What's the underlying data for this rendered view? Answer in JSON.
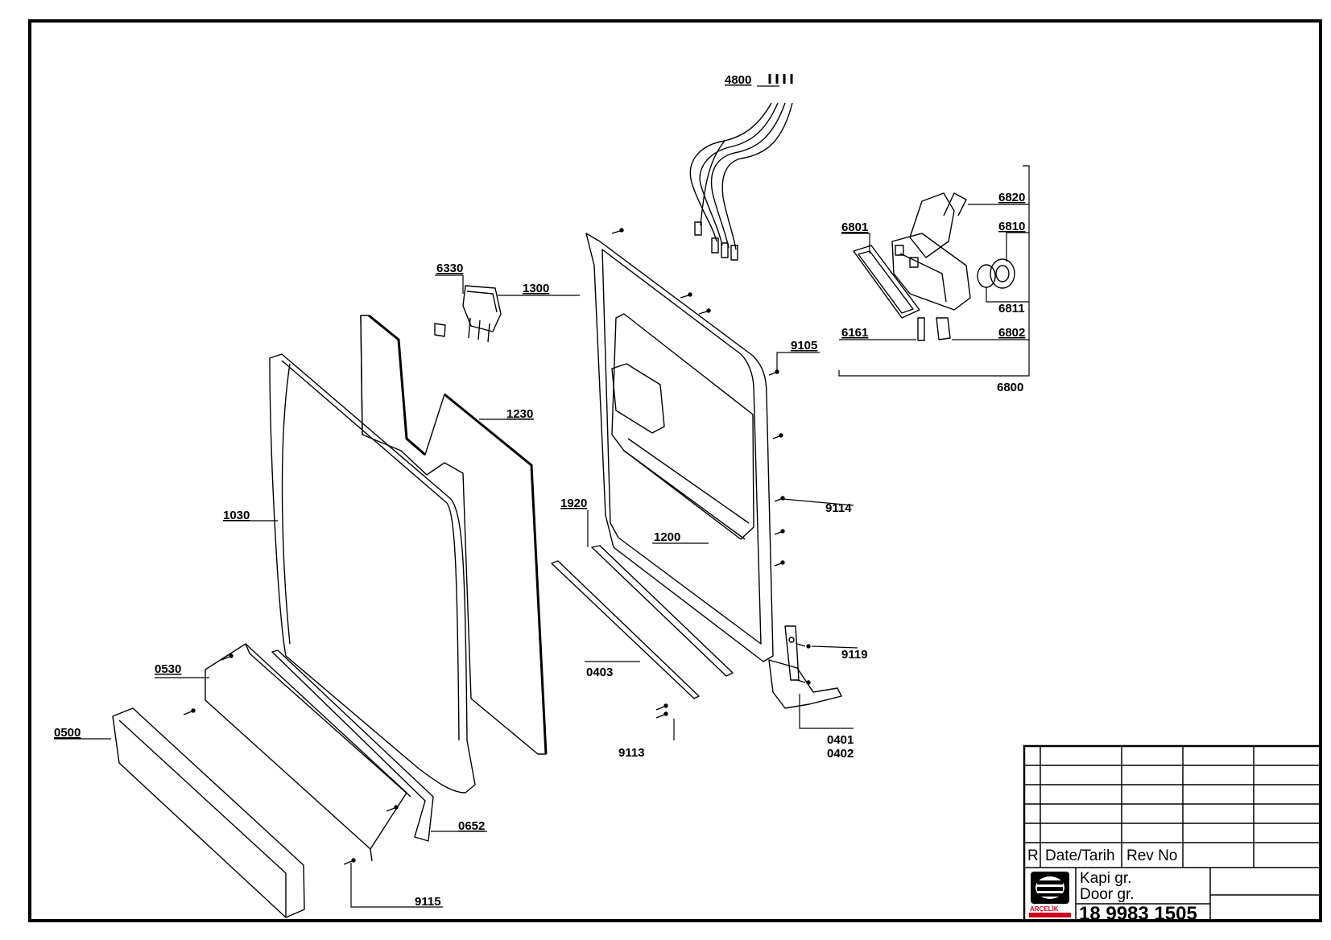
{
  "title_block": {
    "revision_header": "R",
    "date_header": "Date/Tarih",
    "rev_no_header": "Rev No",
    "name_tr": "Kapi gr.",
    "name_en": "Door gr.",
    "drawing_number": "18 9983 1505",
    "logo_text": "ARÇELİK",
    "brand_color": "#d0021b"
  },
  "parts": {
    "p4800": "4800",
    "p6820": "6820",
    "p6801": "6801",
    "p6810": "6810",
    "p6811": "6811",
    "p6161": "6161",
    "p6802": "6802",
    "p6800": "6800",
    "p6330": "6330",
    "p1300": "1300",
    "p9105": "9105",
    "p1230": "1230",
    "p1030": "1030",
    "p1920": "1920",
    "p1200": "1200",
    "p9114": "9114",
    "p9119": "9119",
    "p0530": "0530",
    "p0403": "0403",
    "p0401": "0401",
    "p0402": "0402",
    "p9113": "9113",
    "p0500": "0500",
    "p0652": "0652",
    "p9115": "9115"
  }
}
